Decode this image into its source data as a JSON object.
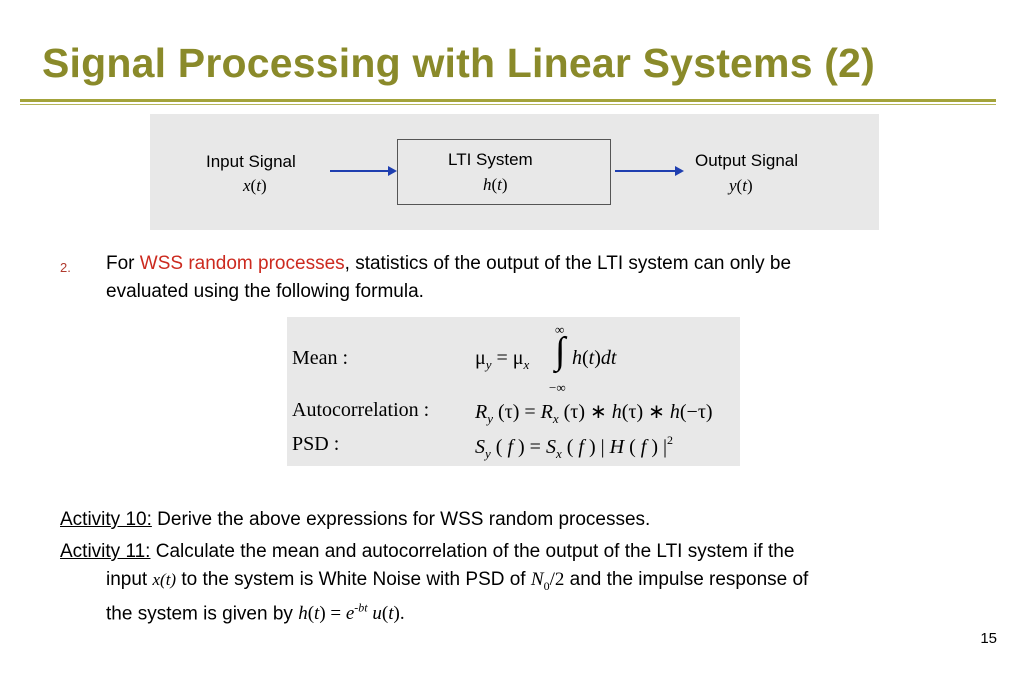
{
  "slide": {
    "title": "Signal Processing with Linear Systems (2)",
    "page_number": "15"
  },
  "diagram": {
    "input_label": "Input Signal",
    "input_symbol": "x(t)",
    "system_label": "LTI System",
    "system_symbol": "h(t)",
    "output_label": "Output Signal",
    "output_symbol": "y(t)"
  },
  "point2": {
    "number": "2.",
    "prefix": "For ",
    "highlight": "WSS random processes",
    "line1_rest": ", statistics of the output of the LTI system can only be",
    "line2": "evaluated using the following formula."
  },
  "formulas": {
    "mean_label": "Mean :",
    "acorr_label": "Autocorrelation :",
    "psd_label": "PSD :",
    "limit_upper": "∞",
    "limit_lower": "−∞"
  },
  "activity10": {
    "label": "Activity 10:",
    "text": " Derive the above expressions for WSS random processes."
  },
  "activity11": {
    "label": "Activity 11:",
    "line1": " Calculate the mean and autocorrelation of the output of the LTI system if the",
    "line2_a": "input ",
    "line2_sym": "x(t)",
    "line2_b": " to the system is White Noise with PSD of ",
    "line2_c": " and the impulse response of",
    "line3_a": "the system is given by "
  },
  "colors": {
    "title": "#8a8a2a",
    "rule": "#a3a33a",
    "highlight": "#cc2a1f",
    "arrow": "#1f3fb0",
    "panel": "#e8e8e8"
  }
}
